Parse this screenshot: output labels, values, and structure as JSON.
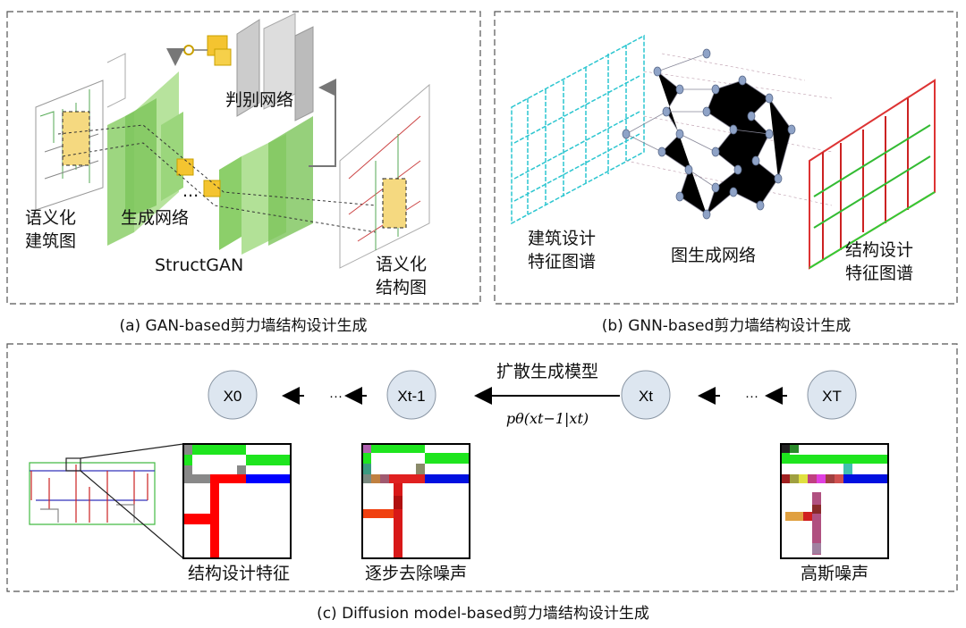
{
  "panel_a": {
    "caption": "(a) GAN-based剪力墙结构设计生成",
    "discriminator": "判别网络",
    "generator": "生成网络",
    "model_name": "StructGAN",
    "input_line1": "语义化",
    "input_line2": "建筑图",
    "output_line1": "语义化",
    "output_line2": "结构图",
    "ellipsis": "..."
  },
  "panel_b": {
    "caption": "(b) GNN-based剪力墙结构设计生成",
    "input_line1": "建筑设计",
    "input_line2": "特征图谱",
    "network": "图生成网络",
    "output_line1": "结构设计",
    "output_line2": "特征图谱"
  },
  "panel_c": {
    "caption": "(c) Diffusion model-based剪力墙结构设计生成",
    "model_label": "扩散生成模型",
    "formula": "pθ(xt−1|xt)",
    "nodes": [
      "X0",
      "Xt-1",
      "Xt",
      "XT"
    ],
    "ellipsis": "···",
    "labels": [
      "结构设计特征",
      "逐步去除噪声",
      "高斯噪声"
    ]
  }
}
